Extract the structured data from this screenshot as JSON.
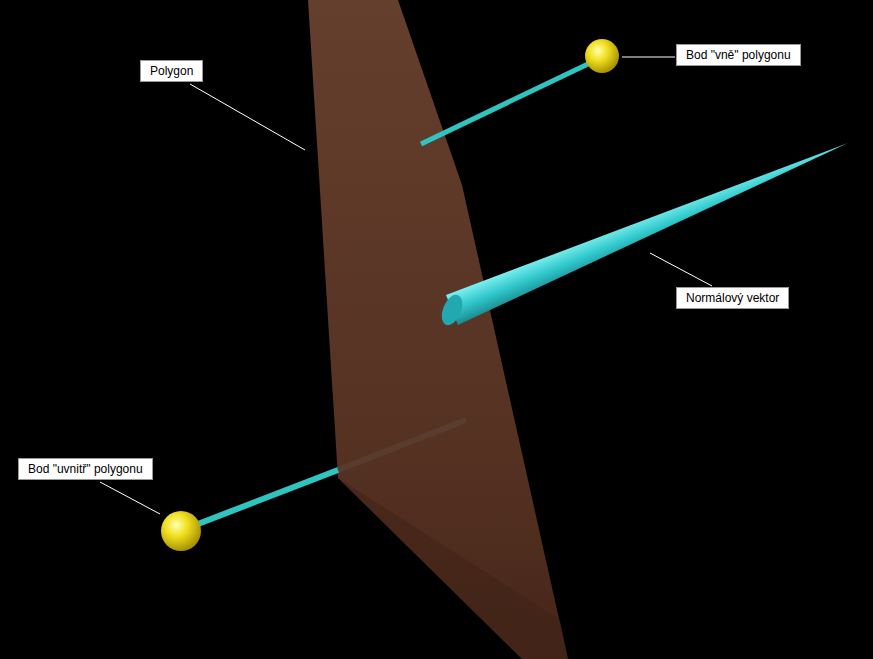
{
  "diagram": {
    "nodes": [
      {
        "text": [
          "Polygon"
        ]
      },
      {
        "text": [
          "Bod \"vně\" polygonu"
        ]
      },
      {
        "text": [
          "Normálový vektor"
        ]
      },
      {
        "text": [
          "Bod \"uvnitř\" polygonu"
        ]
      }
    ]
  }
}
